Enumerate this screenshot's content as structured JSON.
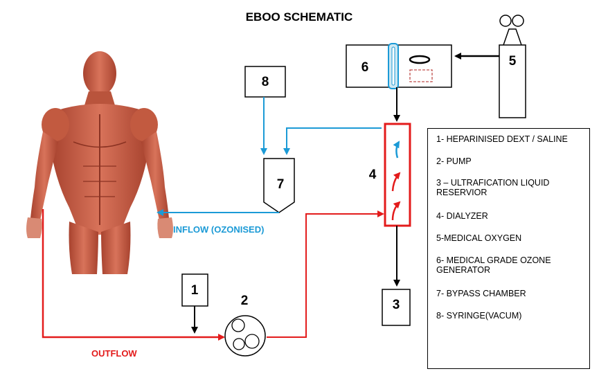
{
  "title": "EBOO SCHEMATIC",
  "components": {
    "c1": "1",
    "c2": "2",
    "c3": "3",
    "c4": "4",
    "c5": "5",
    "c6": "6",
    "c7": "7",
    "c8": "8"
  },
  "flows": {
    "inflow": "INFLOW (OZONISED)",
    "outflow": "OUTFLOW"
  },
  "legend": [
    "1- HEPARINISED DEXT / SALINE",
    "2- PUMP",
    "3 – ULTRAFICATION LIQUID RESERVIOR",
    "4- DIALYZER",
    "5-MEDICAL OXYGEN",
    "6- MEDICAL GRADE OZONE GENERATOR",
    "7- BYPASS CHAMBER",
    "8- SYRINGE(VACUM)"
  ],
  "colors": {
    "red_line": "#e31b1b",
    "blue_line": "#1b9ad6",
    "black_line": "#000000",
    "body_muscle": "#c8553d"
  }
}
